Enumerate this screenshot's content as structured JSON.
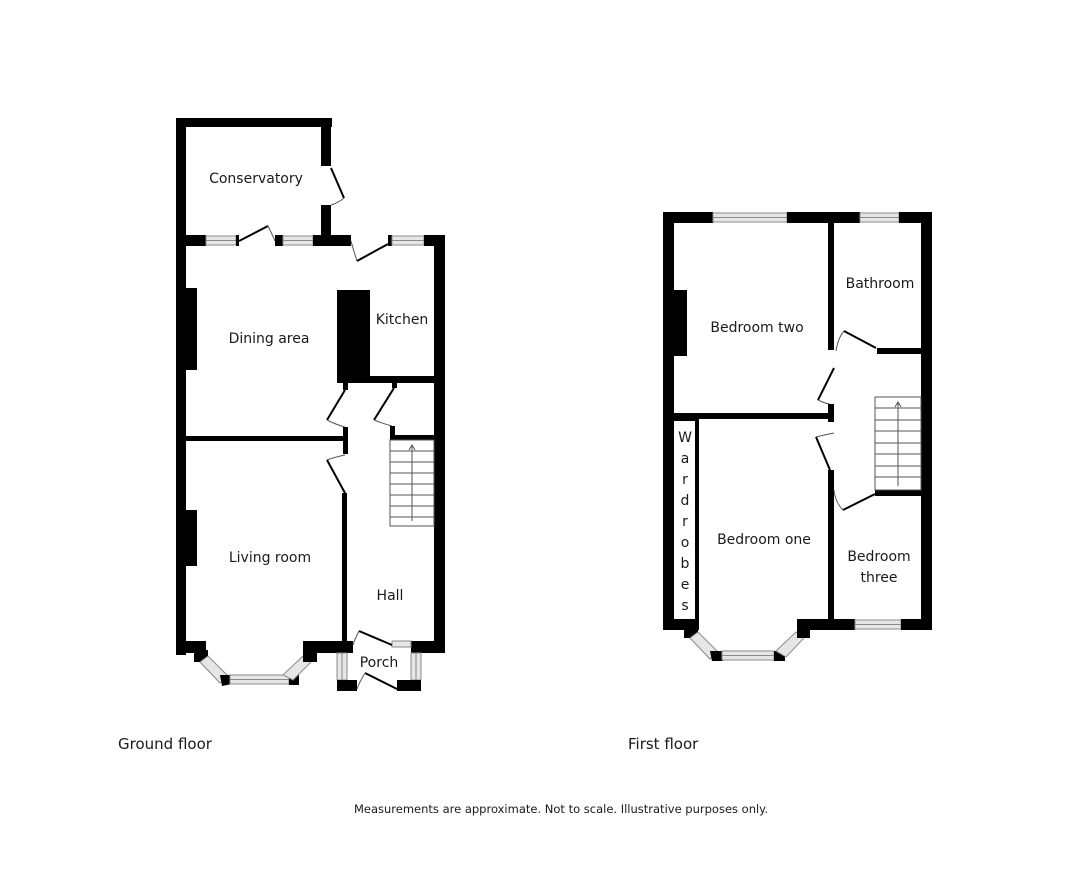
{
  "ground_floor": {
    "label": "Ground floor",
    "rooms": {
      "conservatory": "Conservatory",
      "dining_area": "Dining area",
      "kitchen": "Kitchen",
      "living_room": "Living room",
      "hall": "Hall",
      "porch": "Porch"
    }
  },
  "first_floor": {
    "label": "First floor",
    "rooms": {
      "bedroom_two": "Bedroom two",
      "bathroom": "Bathroom",
      "wardrobes": [
        "W",
        "a",
        "r",
        "d",
        "r",
        "o",
        "b",
        "e",
        "s"
      ],
      "bedroom_one": "Bedroom one",
      "bedroom_three_line1": "Bedroom",
      "bedroom_three_line2": "three"
    }
  },
  "footer": {
    "disclaimer": "Measurements are approximate. Not to scale. Illustrative purposes only."
  },
  "colors": {
    "wall": "#000000",
    "window_fill": "#e6e6e6",
    "background": "#ffffff"
  }
}
